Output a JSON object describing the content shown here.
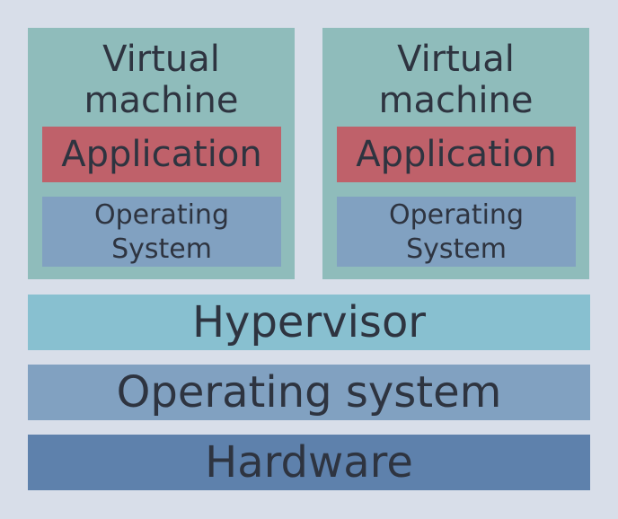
{
  "virtual_machines": [
    {
      "title_line1": "Virtual",
      "title_line2": "machine",
      "application": "Application",
      "os_line1": "Operating",
      "os_line2": "System"
    },
    {
      "title_line1": "Virtual",
      "title_line2": "machine",
      "application": "Application",
      "os_line1": "Operating",
      "os_line2": "System"
    }
  ],
  "layers": {
    "hypervisor": "Hypervisor",
    "operating_system": "Operating system",
    "hardware": "Hardware"
  },
  "colors": {
    "background": "#d8dee9",
    "virtual_machine": "#8fbcbb",
    "application": "#bf616a",
    "guest_os": "#81a1c1",
    "hypervisor": "#88c0d0",
    "host_os": "#81a1c1",
    "hardware": "#5e81ac",
    "text": "#2e3440"
  }
}
